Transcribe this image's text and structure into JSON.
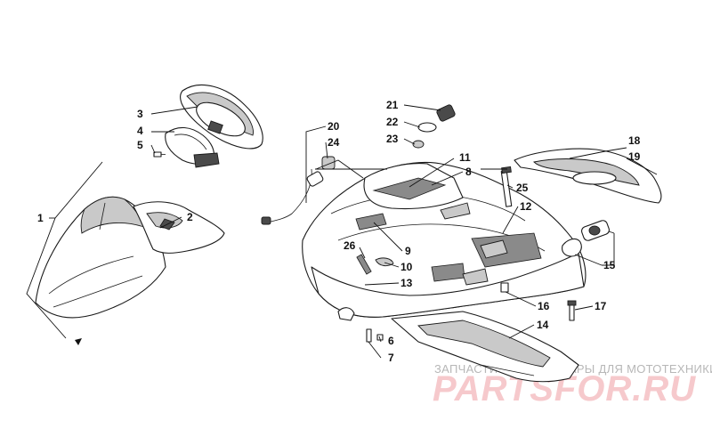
{
  "diagram": {
    "callouts": [
      {
        "id": "c1",
        "label": "1"
      },
      {
        "id": "c2",
        "label": "2"
      },
      {
        "id": "c3",
        "label": "3"
      },
      {
        "id": "c4",
        "label": "4"
      },
      {
        "id": "c5",
        "label": "5"
      },
      {
        "id": "c6",
        "label": "6"
      },
      {
        "id": "c7",
        "label": "7"
      },
      {
        "id": "c8",
        "label": "8"
      },
      {
        "id": "c9",
        "label": "9"
      },
      {
        "id": "c10",
        "label": "10"
      },
      {
        "id": "c11",
        "label": "11"
      },
      {
        "id": "c12",
        "label": "12"
      },
      {
        "id": "c13",
        "label": "13"
      },
      {
        "id": "c14",
        "label": "14"
      },
      {
        "id": "c15",
        "label": "15"
      },
      {
        "id": "c16",
        "label": "16"
      },
      {
        "id": "c17",
        "label": "17"
      },
      {
        "id": "c18",
        "label": "18"
      },
      {
        "id": "c19",
        "label": "19"
      },
      {
        "id": "c20",
        "label": "20"
      },
      {
        "id": "c21",
        "label": "21"
      },
      {
        "id": "c22",
        "label": "22"
      },
      {
        "id": "c23",
        "label": "23"
      },
      {
        "id": "c24",
        "label": "24"
      },
      {
        "id": "c25",
        "label": "25"
      },
      {
        "id": "c26",
        "label": "26"
      }
    ]
  },
  "watermark": {
    "tagline": "ЗАПЧАСТИ И АКСЕССУАРЫ ДЛЯ МОТОТЕХНИКИ",
    "brand": "PARTSFOR.RU"
  }
}
